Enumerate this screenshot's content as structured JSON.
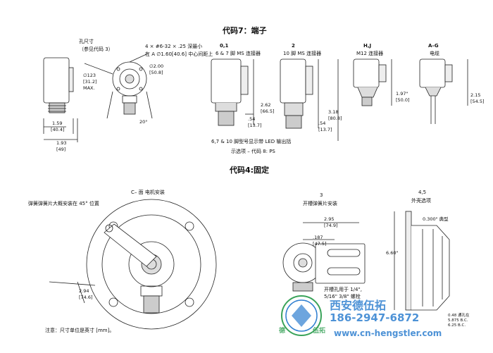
{
  "section_titles": {
    "code7": "代码7：端子",
    "code4": "代码4:固定"
  },
  "top_left": {
    "hole_label_line1": "孔尺寸",
    "hole_label_line2": "（参见代码 3）",
    "tap_note_line1": "4 × #6-32 × .25 深最小",
    "tap_note_line2": "在 A ∅1.60[40.6] 中心间距上",
    "dia123": "∅123",
    "dia123_mm": "[31.2]",
    "dia123_max": "MAX.",
    "dia200": "∅2.00",
    "dia200_mm": "[50.8]",
    "angle20": "20°",
    "dim159": "1.59",
    "dim159_mm": "[40.4]",
    "dim193": "1.93",
    "dim193_mm": "[49]"
  },
  "connectors": {
    "c01_code": "0,1",
    "c01_desc": "6 & 7 脚 MS 连接器",
    "c2_code": "2",
    "c2_desc": "10 脚 MS 连接器",
    "chj_code": "H,J",
    "chj_desc": "M12 连接器",
    "cag_code": "A–G",
    "cag_desc": "电缆",
    "dim262": "2.62",
    "dim262_mm": "[66.5]",
    "dim54a": ".54",
    "dim54a_mm": "[13.7]",
    "dim318": "3.18",
    "dim318_mm": "[80.8]",
    "dim54b": ".54",
    "dim54b_mm": "[13.7]",
    "dim197": "1.97\"",
    "dim197_mm": "[50.0]",
    "dim215": "2.15",
    "dim215_mm": "[54.5]",
    "led_note": "6,7 & 10 脚型号显示带 LED 输出括",
    "option_note": "示选项 – 代码 8: PS"
  },
  "bottom": {
    "c_face": "C– 面 电机安装",
    "spring_note": "弹簧弹簧片大概安装在 45° 位置",
    "dim294": "2.94",
    "dim294_mm": "[74.6]",
    "note_units": "注意：尺寸单位是英寸 [mm]。",
    "opt3_num": "3",
    "opt3_desc": "开槽弹簧片安装",
    "dim295": "2.95",
    "dim295_mm": "[74.9]",
    "dim187": ".187",
    "dim187_mm": "[47.5]",
    "slot_note_line1": "开槽孔用于 1/4\",",
    "slot_note_line2": "5/16\" 3/8\" 螺栓",
    "opt45_num": "4,5",
    "opt45_desc": "外壳选项",
    "dim300": "0.300\" 典型",
    "dim660": "6.60\"",
    "hole_note_line1": "0.48 通孔在",
    "hole_note_line2": "5.875 B.C.",
    "hole_note_line3": "6.25 B.C."
  },
  "watermark": {
    "company": "西安德伍拓",
    "phone": "186-2947-6872",
    "site": "www.cn-hengstler.com",
    "logo_text_left": "德",
    "logo_text_right": "伍拓"
  },
  "colors": {
    "line": "#222222",
    "watermark_blue": "#2f7fd0",
    "watermark_green": "#3aa35a"
  }
}
